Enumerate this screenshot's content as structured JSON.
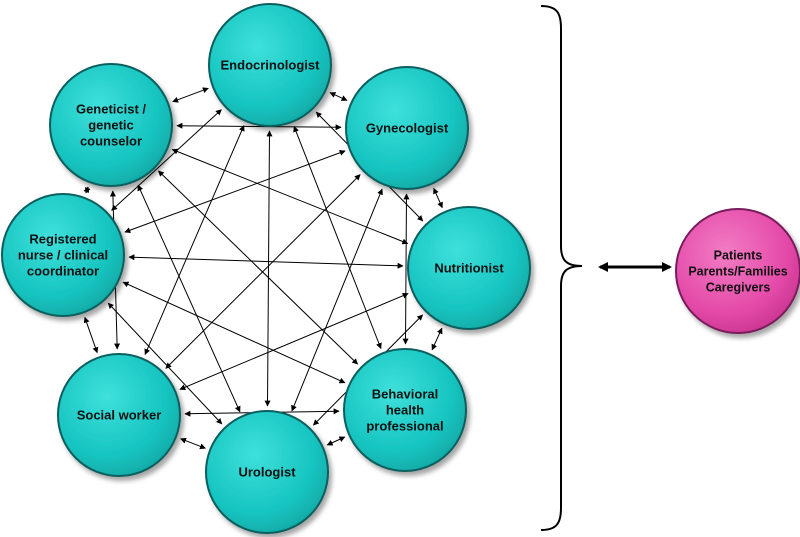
{
  "colors": {
    "team_fill": "#16c4c0",
    "team_stroke": "#0d5f5e",
    "patient_fill": "#e44aa8",
    "patient_stroke": "#7a1f5c",
    "connector": "#000000"
  },
  "team_nodes": [
    {
      "id": "endocrinologist",
      "lines": [
        "Endocrinologist"
      ]
    },
    {
      "id": "gynecologist",
      "lines": [
        "Gynecologist"
      ]
    },
    {
      "id": "nutritionist",
      "lines": [
        "Nutritionist"
      ]
    },
    {
      "id": "behavioral-health",
      "lines": [
        "Behavioral",
        "health",
        "professional"
      ]
    },
    {
      "id": "urologist",
      "lines": [
        "Urologist"
      ]
    },
    {
      "id": "social-worker",
      "lines": [
        "Social worker"
      ]
    },
    {
      "id": "registered-nurse",
      "lines": [
        "Registered",
        "nurse / clinical",
        "coordinator"
      ]
    },
    {
      "id": "geneticist",
      "lines": [
        "Geneticist /",
        "genetic",
        "counselor"
      ]
    }
  ],
  "patient_node": {
    "id": "patients",
    "lines": [
      "Patients",
      "Parents/Families",
      "Caregivers"
    ]
  },
  "connections": "all-pairs-bidirectional"
}
